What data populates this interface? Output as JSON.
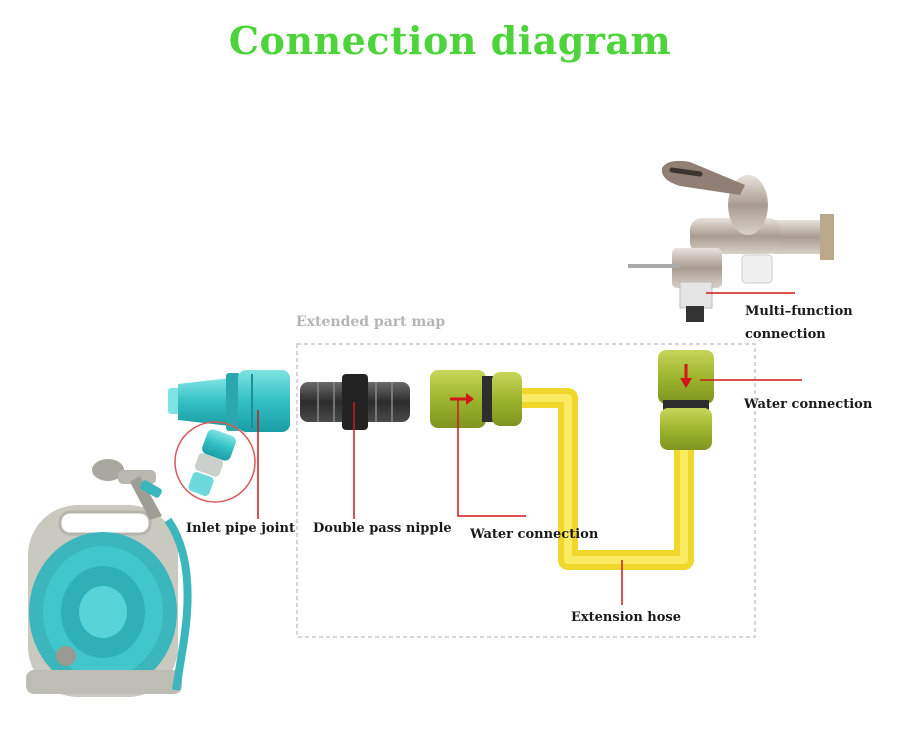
{
  "title": "Connection diagram",
  "region_label": "Extended part map",
  "labels": {
    "multi_function_1": "Multi–function",
    "multi_function_2": "connection",
    "water_connection_right": "Water connection",
    "water_connection_middle": "Water connection",
    "inlet_pipe_joint": "Inlet pipe joint",
    "double_pass_nipple": "Double pass nipple",
    "extension_hose": "Extension hose"
  },
  "colors": {
    "title": "#4cd43a",
    "pointer_line": "#d01818",
    "hose_yellow": "#f5e64a",
    "connector_green": "#a8bf3a",
    "reel_teal": "#3cc8c8",
    "reel_grey": "#c8c8c0",
    "nipple_black": "#2e2e2e",
    "dashed_border": "#c8c8c8"
  },
  "icons": [
    "faucet-icon",
    "hose-reel-icon",
    "spray-gun-icon",
    "inlet-joint-icon",
    "double-nipple-icon",
    "water-connector-icon",
    "extension-hose-icon"
  ]
}
